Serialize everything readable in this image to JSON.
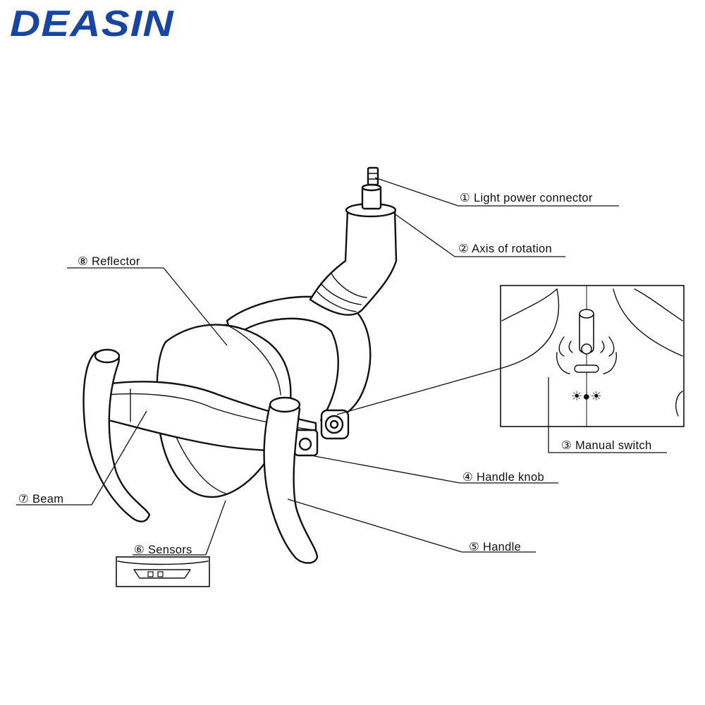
{
  "brand": {
    "logo_text": "DEASIN",
    "color": "#1746a2"
  },
  "labels": {
    "light_power_connector": "① Light power connector",
    "axis_of_rotation": "②  Axis of rotation",
    "manual_switch": "③  Manual switch",
    "handle_knob": "④ Handle knob",
    "handle": "⑤ Handle",
    "sensors": "⑥ Sensors",
    "beam": "⑦ Beam",
    "reflector": "⑧ Reflector"
  },
  "switch_symbols": "☀●☀"
}
